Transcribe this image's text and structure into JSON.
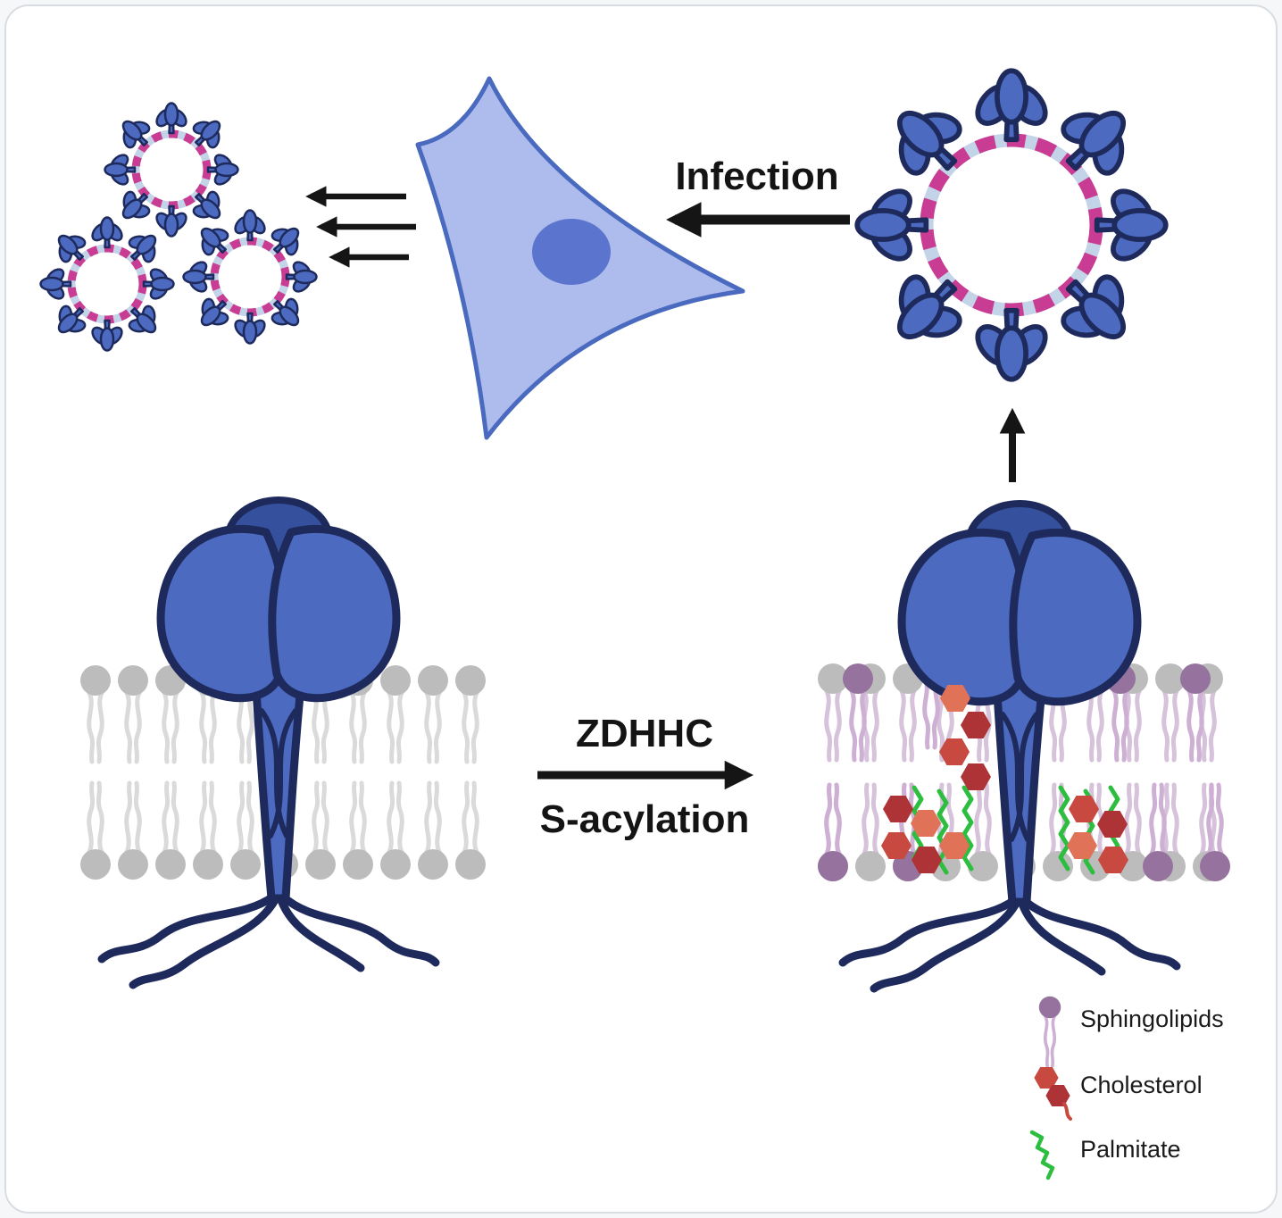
{
  "figure": {
    "labels": {
      "infection": "Infection",
      "enzyme": "ZDHHC",
      "process": "S-acylation"
    },
    "legend": {
      "items": [
        {
          "id": "sphingolipids",
          "label": "Sphingolipids"
        },
        {
          "id": "cholesterol",
          "label": "Cholesterol"
        },
        {
          "id": "palmitate",
          "label": "Palmitate"
        }
      ]
    },
    "colors": {
      "page_bg": "#f6f7f8",
      "card_bg": "#ffffff",
      "card_border": "#d8dde3",
      "arrow_color": "#151515",
      "label_color": "#141414",
      "spike_fill": "#4b6ac0",
      "spike_outline": "#1e2a5c",
      "spike_dome": "#35509c",
      "cell_fill": "#adbcec",
      "cell_outline": "#4a6abf",
      "nucleus_fill": "#5b74ce",
      "virus_ring_pink": "#c93c94",
      "virus_ring_base": "#c3d3e8",
      "membrane_head": "#bcbcbc",
      "membrane_tail": "#dadada",
      "membrane_tail_right": "#d6c2da",
      "sphingolipid_head": "#96739e",
      "sphingolipid_tail": "#cdb0d4",
      "cholesterol_dark": "#ae3336",
      "cholesterol_mid": "#c7493f",
      "cholesterol_light": "#e07258",
      "palmitate_green": "#2ebe3f"
    }
  }
}
